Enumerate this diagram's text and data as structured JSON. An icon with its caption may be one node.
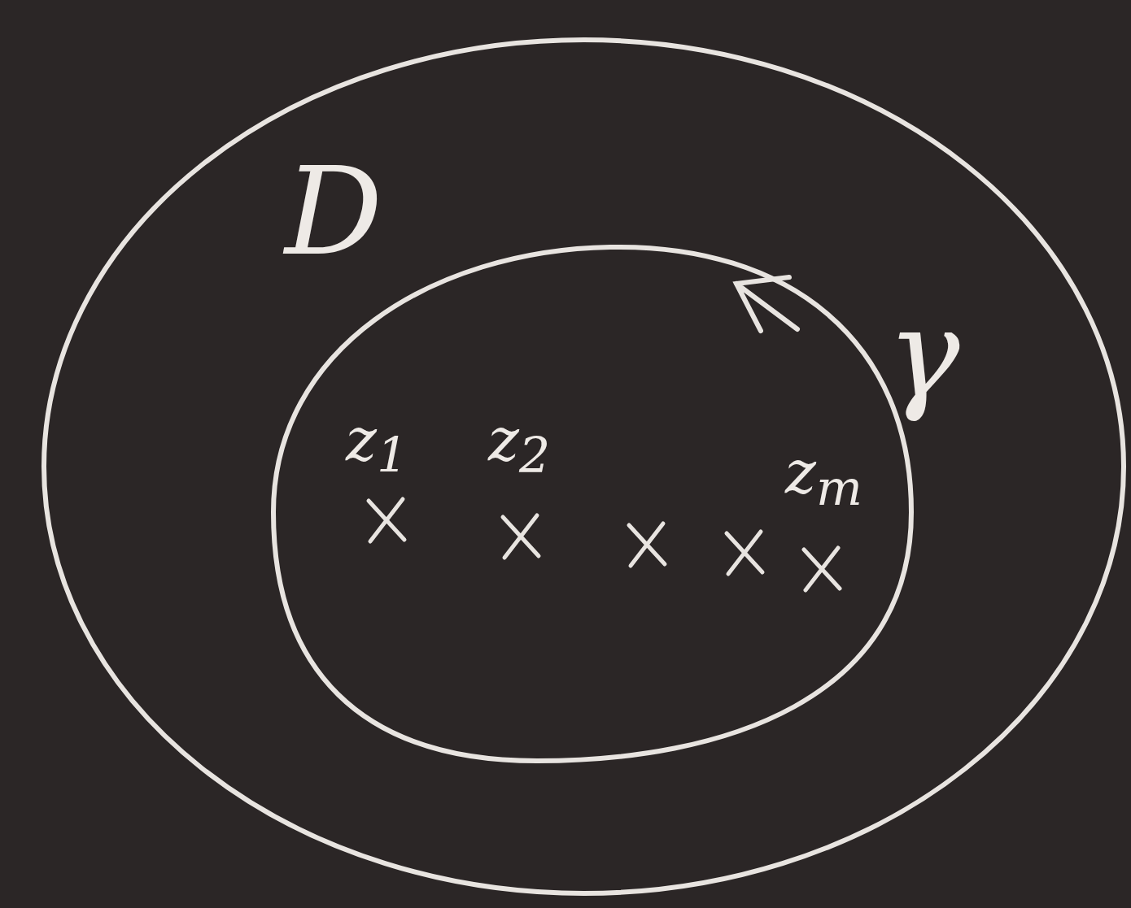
{
  "diagram": {
    "nodes": [
      {
        "text": [
          "D"
        ]
      },
      {
        "text": [
          "γ"
        ],
        "in": 0
      }
    ],
    "labels": [
      "z$_{1}$",
      "z$_{2}$",
      "z$_{m}$"
    ]
  }
}
